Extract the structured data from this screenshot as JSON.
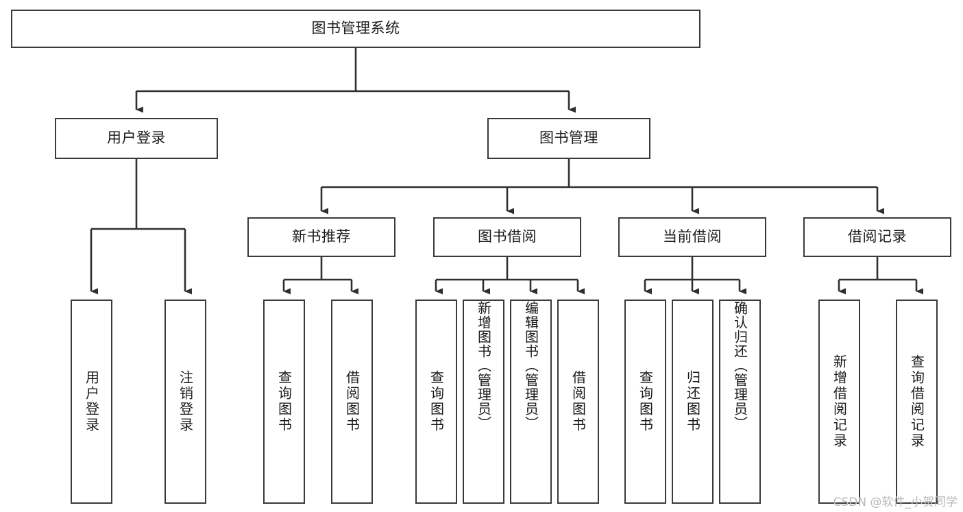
{
  "diagram": {
    "title": "图书管理系统",
    "type": "tree-hierarchy-chart",
    "root": {
      "id": "root",
      "label": "图书管理系统"
    },
    "level2": [
      {
        "id": "user-login",
        "label": "用户登录"
      },
      {
        "id": "book-management",
        "label": "图书管理"
      }
    ],
    "level3": [
      {
        "id": "new-book-recommend",
        "label": "新书推荐",
        "parent": "book-management"
      },
      {
        "id": "book-borrow",
        "label": "图书借阅",
        "parent": "book-management"
      },
      {
        "id": "current-borrow",
        "label": "当前借阅",
        "parent": "book-management"
      },
      {
        "id": "borrow-record",
        "label": "借阅记录",
        "parent": "book-management"
      }
    ],
    "leaves": [
      {
        "id": "leaf-user-login",
        "label": "用户登录",
        "parent": "user-login"
      },
      {
        "id": "leaf-logout-login",
        "label": "注销登录",
        "parent": "user-login"
      },
      {
        "id": "leaf-query-book-1",
        "label": "查询图书",
        "parent": "new-book-recommend"
      },
      {
        "id": "leaf-borrow-book-1",
        "label": "借阅图书",
        "parent": "new-book-recommend"
      },
      {
        "id": "leaf-query-book-2",
        "label": "查询图书",
        "parent": "book-borrow"
      },
      {
        "id": "leaf-add-book",
        "label": "新增图书（管理员）",
        "parent": "book-borrow"
      },
      {
        "id": "leaf-edit-book",
        "label": "编辑图书（管理员）",
        "parent": "book-borrow"
      },
      {
        "id": "leaf-borrow-book-2",
        "label": "借阅图书",
        "parent": "book-borrow"
      },
      {
        "id": "leaf-query-book-3",
        "label": "查询图书",
        "parent": "current-borrow"
      },
      {
        "id": "leaf-return-book",
        "label": "归还图书",
        "parent": "current-borrow"
      },
      {
        "id": "leaf-confirm-return",
        "label": "确认归还（管理员）",
        "parent": "current-borrow"
      },
      {
        "id": "leaf-add-record",
        "label": "新增借阅记录",
        "parent": "borrow-record"
      },
      {
        "id": "leaf-query-record",
        "label": "查询借阅记录",
        "parent": "borrow-record"
      }
    ],
    "colors": {
      "box_border": "#3a3a3a",
      "box_fill": "#ffffff",
      "connector": "#2f2f2f",
      "text": "#1a1a1a",
      "watermark": "#b8b8b8",
      "background": "#ffffff"
    }
  },
  "watermark": {
    "text": "CSDN @软件_小贺同学"
  }
}
